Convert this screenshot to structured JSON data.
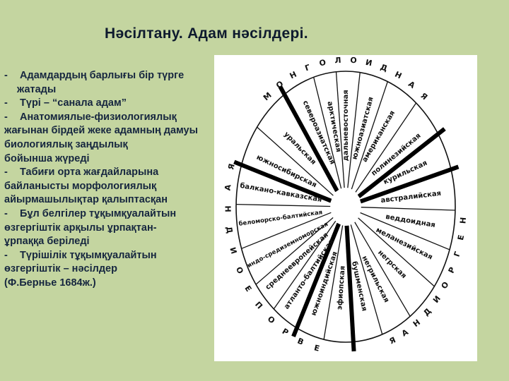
{
  "title": "Нәсілтану. Адам нәсілдері.",
  "bullets": [
    {
      "lines": [
        "Адамдардың барлығы   бір түрге",
        "жатады"
      ]
    },
    {
      "lines": [
        "Түрі – “санала адам”"
      ]
    },
    {
      "lines": [
        "Анатомиялые-физиологиялық",
        "жағынан бірдей жеке адамның дамуы",
        "биологиялық заңдылық",
        "бойынша жүреді"
      ]
    },
    {
      "lines": [
        "Табиғи орта жағдайларына",
        "байланысты морфологиялық",
        "айырмашылықтар қалыптасқан"
      ]
    },
    {
      "lines": [
        "Бұл белгілер тұқымқуалайтын",
        "өзгергіштік арқылы ұрпақтан-",
        "ұрпаққа беріледі"
      ]
    },
    {
      "lines": [
        "Түрішілік тұқымқуалайтын",
        "өзгергіштік – нәсілдер",
        "(Ф.Бернье 1684ж.)"
      ]
    }
  ],
  "diagram": {
    "outer_labels": [
      "МОНГОЛОИДНАЯ",
      "НЕГРОИДНАЯ",
      "ЕВРОПЕОИДНАЯ"
    ],
    "sectors": [
      "дальневосточная",
      "южноазиатская",
      "американская",
      "полинезийская",
      "курильская",
      "австралийская",
      "веддоидная",
      "меланезийская",
      "негрская",
      "негрильская",
      "бушменская",
      "эфиопская",
      "южноиндийская",
      "атланто-балтийская",
      "среднеевропейская",
      "индо-средиземноморская",
      "беломорско-балтийская",
      "балкано-кавказская",
      "южносибирская",
      "уральская",
      "североазиатская",
      "арктическая"
    ]
  }
}
